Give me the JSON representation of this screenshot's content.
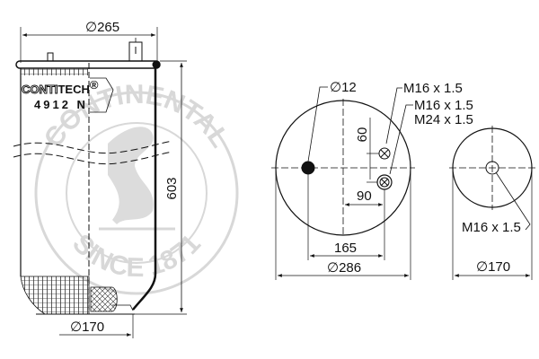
{
  "title": "ContiTech air spring 4912 N technical drawing",
  "brand": {
    "name_light": "CONTI",
    "name_bold": "TECH",
    "mark": "®",
    "part_number": "4912 N"
  },
  "watermark": {
    "top_text": "CONTINENTAL",
    "bottom_text": "SINCE 1871"
  },
  "side_view": {
    "top_diameter": "∅265",
    "height": "603",
    "bottom_diameter": "∅170"
  },
  "top_plate_view": {
    "pin_diameter": "∅12",
    "thread_1": "M16 x 1.5",
    "thread_2": "M16 x 1.5",
    "thread_3": "M24 x 1.5",
    "offset_vertical": "60",
    "offset_horizontal": "90",
    "pin_spacing": "165",
    "plate_diameter": "∅286"
  },
  "bottom_view": {
    "thread": "M16 x 1.5",
    "diameter": "∅170"
  },
  "colors": {
    "line": "#111111",
    "watermark": "#d8d8d8"
  }
}
